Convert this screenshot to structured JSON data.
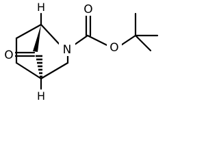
{
  "molecule": {
    "atoms": {
      "oxygen_ketone": "O",
      "nitrogen": "N",
      "oxygen_carbonyl": "O",
      "oxygen_ester": "O",
      "hydrogen_top": "H",
      "hydrogen_bottom": "H"
    }
  }
}
